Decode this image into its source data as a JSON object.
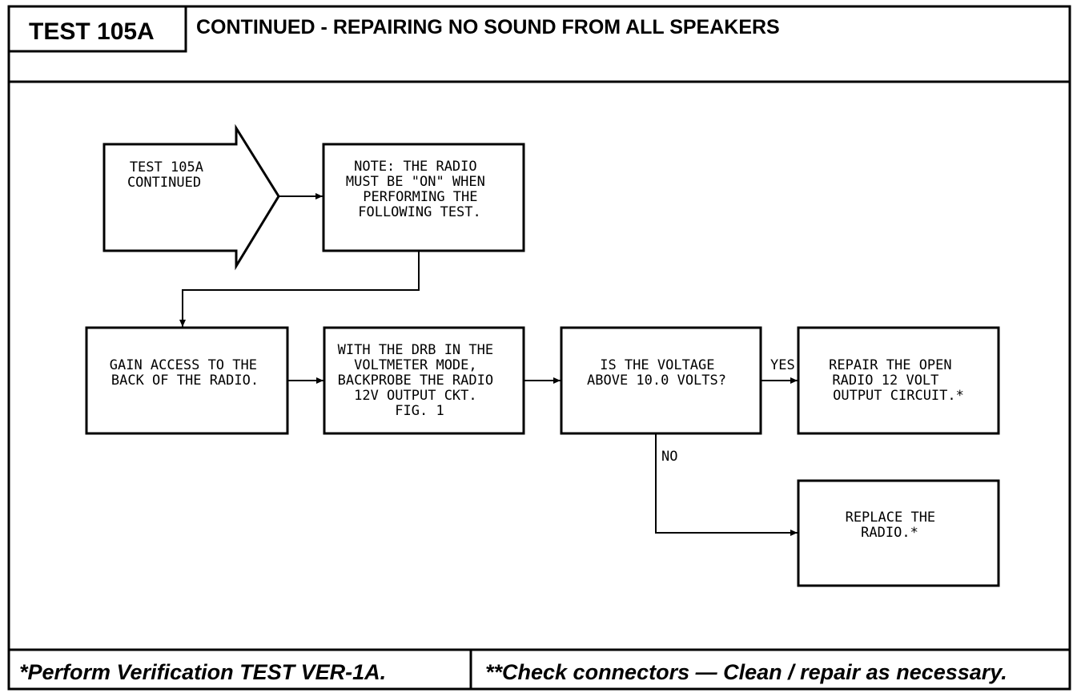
{
  "header": {
    "test_id": "TEST 105A",
    "title": "CONTINUED - REPAIRING NO SOUND FROM ALL SPEAKERS"
  },
  "flow": {
    "start": [
      "TEST 105A",
      "CONTINUED"
    ],
    "note": [
      "NOTE: THE RADIO",
      "MUST BE \"ON\" WHEN",
      "PERFORMING THE",
      "FOLLOWING TEST."
    ],
    "gain_access": [
      "GAIN ACCESS TO THE",
      "BACK OF THE RADIO."
    ],
    "backprobe": [
      "WITH THE DRB IN THE",
      "VOLTMETER MODE,",
      "BACKPROBE THE RADIO",
      "12V OUTPUT CKT.",
      "FIG. 1"
    ],
    "question": [
      "IS THE VOLTAGE",
      "ABOVE 10.0 VOLTS?"
    ],
    "repair": [
      "REPAIR THE OPEN",
      "RADIO 12 VOLT",
      "OUTPUT CIRCUIT.*"
    ],
    "replace": [
      "REPLACE THE",
      "RADIO.*"
    ],
    "yes_label": "YES",
    "no_label": "NO"
  },
  "footer": {
    "left": "*Perform Verification TEST VER-1A.",
    "right": "**Check connectors — Clean / repair as necessary."
  }
}
